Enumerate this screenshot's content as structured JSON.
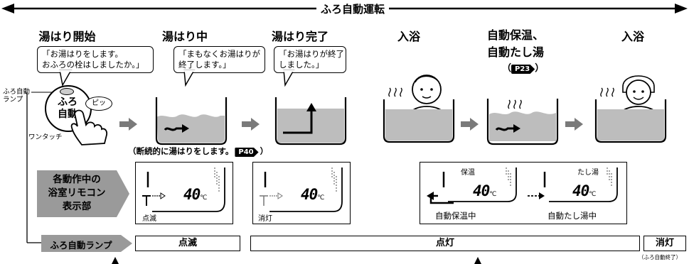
{
  "title": "ふろ自動運転",
  "stages": [
    "湯はり開始",
    "湯はり中",
    "湯はり完了",
    "入浴",
    "自動保温、\n自動たし湯",
    "入浴"
  ],
  "ref_open": "（",
  "ref_close": "）",
  "ref_p23": "P23",
  "bubbles": {
    "start": "「お湯はりをします。\nおふろの栓はしましたか。」",
    "filling": "「まもなくお湯はりが\n終了します。」",
    "done": "「お湯はりが終了\nしました。」"
  },
  "button": {
    "label_line1": "ふろ",
    "label_line2": "自動",
    "beep": "ピッ",
    "lamp_label_line1": "ふろ自動",
    "lamp_label_line2": "ランプ",
    "one_touch": "ワンタッチ"
  },
  "intermittent_note": "（断続的に湯はりをします。",
  "intermittent_ref": "P40",
  "intermittent_close": "）",
  "display_section_label": [
    "各動作中の",
    "浴室リモコン",
    "表示部"
  ],
  "displays": [
    {
      "temp": "40",
      "unit": "℃",
      "status": "点滅"
    },
    {
      "temp": "40",
      "unit": "℃",
      "status": "消灯"
    },
    {
      "temp": "40",
      "unit": "℃",
      "top": "保温",
      "caption": "自動保温中"
    },
    {
      "temp": "40",
      "unit": "℃",
      "top": "たし湯",
      "caption": "自動たし湯中"
    }
  ],
  "lamp_row": {
    "label": "ふろ自動ランプ",
    "blink": "点滅",
    "on": "点灯",
    "off": "消灯",
    "off_note": "（ふろ自動終了）"
  },
  "colors": {
    "water": "#bdbdbd",
    "sign": "#9a9a9a",
    "arrow": "#7a7a7a"
  }
}
